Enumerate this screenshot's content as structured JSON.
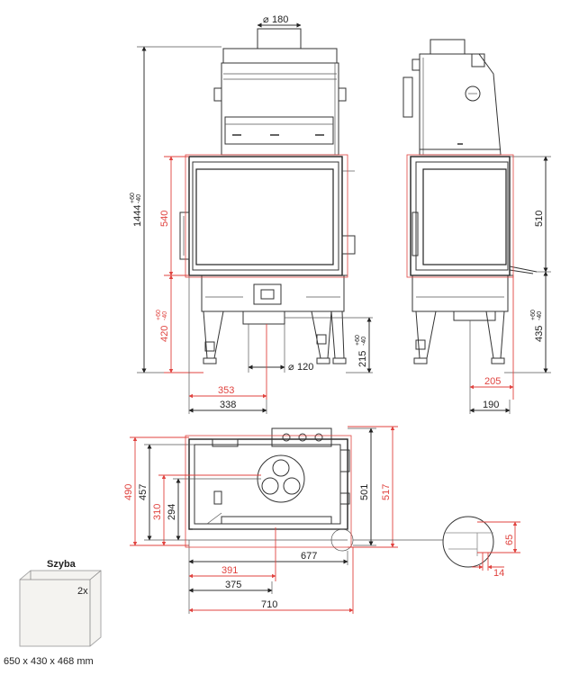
{
  "colors": {
    "dimension_red": "#e0433f",
    "line_dark": "#222222",
    "glass_box": "#f4f3f0"
  },
  "front_view": {
    "flue_diameter": "180",
    "total_height": "1444",
    "total_height_tol_plus": "+60",
    "total_height_tol_minus": "-40",
    "glass_height": "540",
    "floor_height": "420",
    "floor_height_tol_plus": "+60",
    "floor_height_tol_minus": "-40",
    "air_inlet_diameter": "120",
    "air_inlet_height": "215",
    "air_inlet_tol_plus": "+60",
    "air_inlet_tol_minus": "-40",
    "width_red": "353",
    "width_black": "338"
  },
  "side_view": {
    "glass_height": "510",
    "floor_height": "435",
    "floor_height_tol_plus": "+60",
    "floor_height_tol_minus": "-40",
    "depth_red": "205",
    "depth_black": "190"
  },
  "plan_view": {
    "depth_outer_red": "490",
    "depth_outer_black": "457",
    "depth_inner_red": "310",
    "depth_inner_black": "294",
    "right_depth_black": "501",
    "right_depth_red": "517",
    "width_body": "677",
    "width_red": "391",
    "width_black": "375",
    "width_total": "710"
  },
  "detail_view": {
    "offset_vertical": "65",
    "offset_horizontal": "14"
  },
  "glass_info": {
    "title": "Szyba",
    "quantity": "2x",
    "size": "650 x 430 x 468 mm"
  }
}
